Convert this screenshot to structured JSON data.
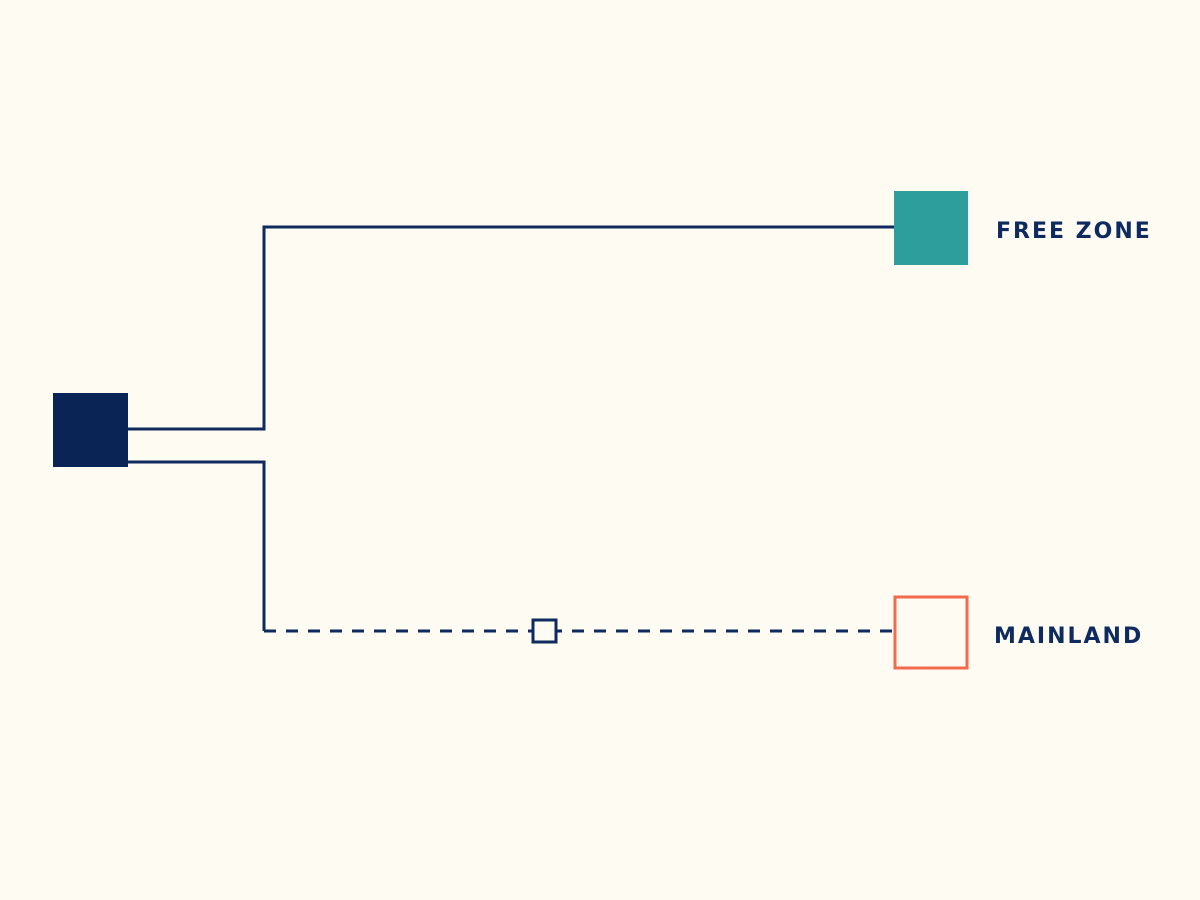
{
  "diagram": {
    "colors": {
      "background": "#FDFBF2",
      "line": "#0E2A5E",
      "source_fill": "#0B2456",
      "free_zone_fill": "#2E9E9C",
      "mainland_outline": "#F26B4F",
      "label": "#0E2A5E"
    },
    "branches": [
      {
        "id": "free-zone",
        "label": "FREE ZONE",
        "line_style": "solid",
        "node_style": "filled"
      },
      {
        "id": "mainland",
        "label": "MAINLAND",
        "line_style": "dashed",
        "node_style": "outline"
      }
    ]
  }
}
